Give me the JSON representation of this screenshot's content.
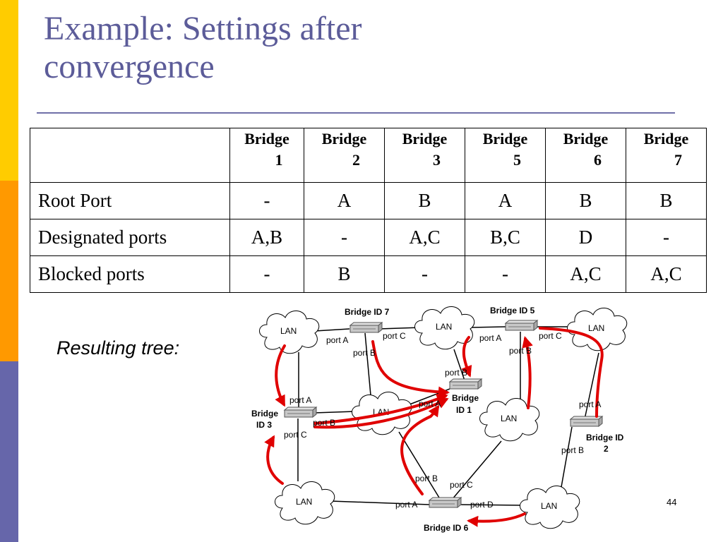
{
  "title": {
    "line1": "Example: Settings after",
    "line2": "convergence"
  },
  "table": {
    "headers": [
      {
        "line1": "Bridge",
        "line2": "1"
      },
      {
        "line1": "Bridge",
        "line2": "2"
      },
      {
        "line1": "Bridge",
        "line2": "3"
      },
      {
        "line1": "Bridge",
        "line2": "5"
      },
      {
        "line1": "Bridge",
        "line2": "6"
      },
      {
        "line1": "Bridge",
        "line2": "7"
      }
    ],
    "rows": [
      {
        "label": "Root Port",
        "cells": [
          "-",
          "A",
          "B",
          "A",
          "B",
          "B"
        ]
      },
      {
        "label": "Designated ports",
        "cells": [
          "A,B",
          "-",
          "A,C",
          "B,C",
          "D",
          "-"
        ]
      },
      {
        "label": "Blocked ports",
        "cells": [
          "-",
          "B",
          "-",
          "-",
          "A,C",
          "A,C"
        ]
      }
    ]
  },
  "caption": "Resulting tree:",
  "page_number": "44",
  "diagram": {
    "lan_label": "LAN",
    "bridges": {
      "b7": {
        "label": "Bridge ID 7"
      },
      "b5": {
        "label": "Bridge ID 5"
      },
      "b1": {
        "line1": "Bridge",
        "line2": "ID 1"
      },
      "b3": {
        "line1": "Bridge",
        "line2": "ID 3"
      },
      "b2": {
        "line1": "Bridge ID",
        "line2": "2"
      },
      "b6": {
        "label": "Bridge ID 6"
      }
    },
    "ports": {
      "b7_a": "port A",
      "b7_b": "port B",
      "b7_c": "port C",
      "b5_a": "port A",
      "b5_b": "port B",
      "b5_c": "port C",
      "b1_a": "port A",
      "b1_b": "port B",
      "b3_a": "port A",
      "b3_b": "port B",
      "b3_c": "port C",
      "b2_a": "port A",
      "b2_b": "port B",
      "b6_a": "port A",
      "b6_b": "port B",
      "b6_c": "port C",
      "b6_d": "port D"
    },
    "colors": {
      "arrow": "#e00000",
      "link": "#000000",
      "bridge_body": "#c8c8c8"
    }
  }
}
